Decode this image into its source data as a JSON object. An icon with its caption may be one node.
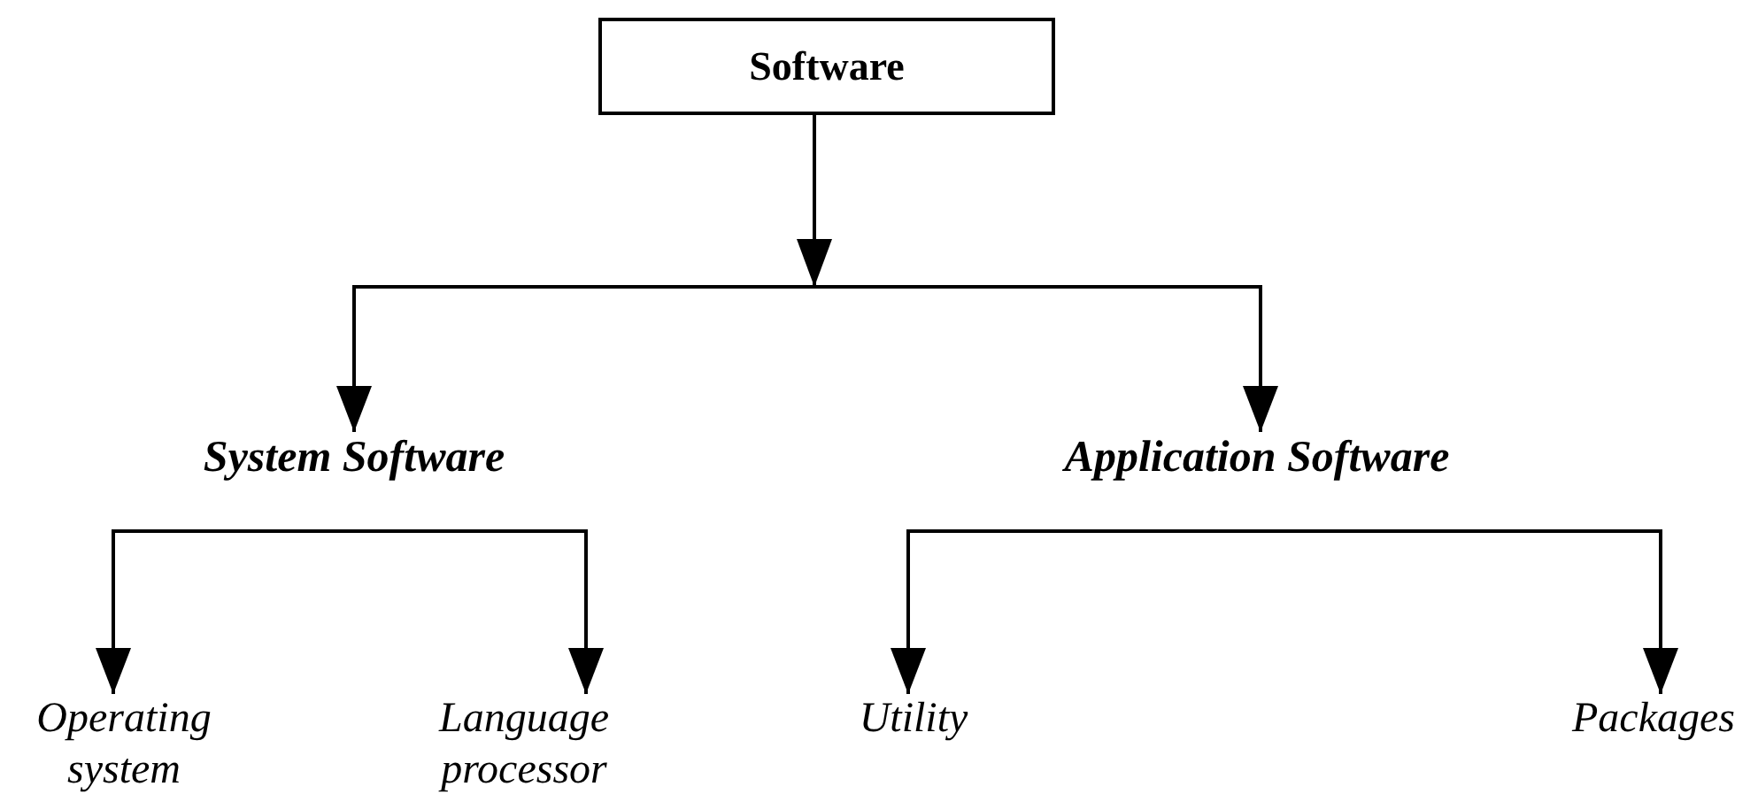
{
  "diagram": {
    "nodes": [
      {
        "text": [
          "Software"
        ]
      },
      {
        "text": [
          "System Software"
        ]
      },
      {
        "text": [
          "Application Software"
        ]
      },
      {
        "text": [
          "Operating system"
        ]
      },
      {
        "text": [
          "Language processor"
        ]
      },
      {
        "text": [
          "Utility"
        ]
      },
      {
        "text": [
          "Packages"
        ]
      }
    ],
    "edges": [
      {
        "from": 0,
        "to": 1,
        "arrow": "to"
      },
      {
        "from": 0,
        "to": 2,
        "arrow": "to"
      },
      {
        "from": 1,
        "to": 3,
        "arrow": "to"
      },
      {
        "from": 1,
        "to": 4,
        "arrow": "to"
      },
      {
        "from": 2,
        "to": 5,
        "arrow": "to"
      },
      {
        "from": 2,
        "to": 6,
        "arrow": "to"
      }
    ]
  }
}
